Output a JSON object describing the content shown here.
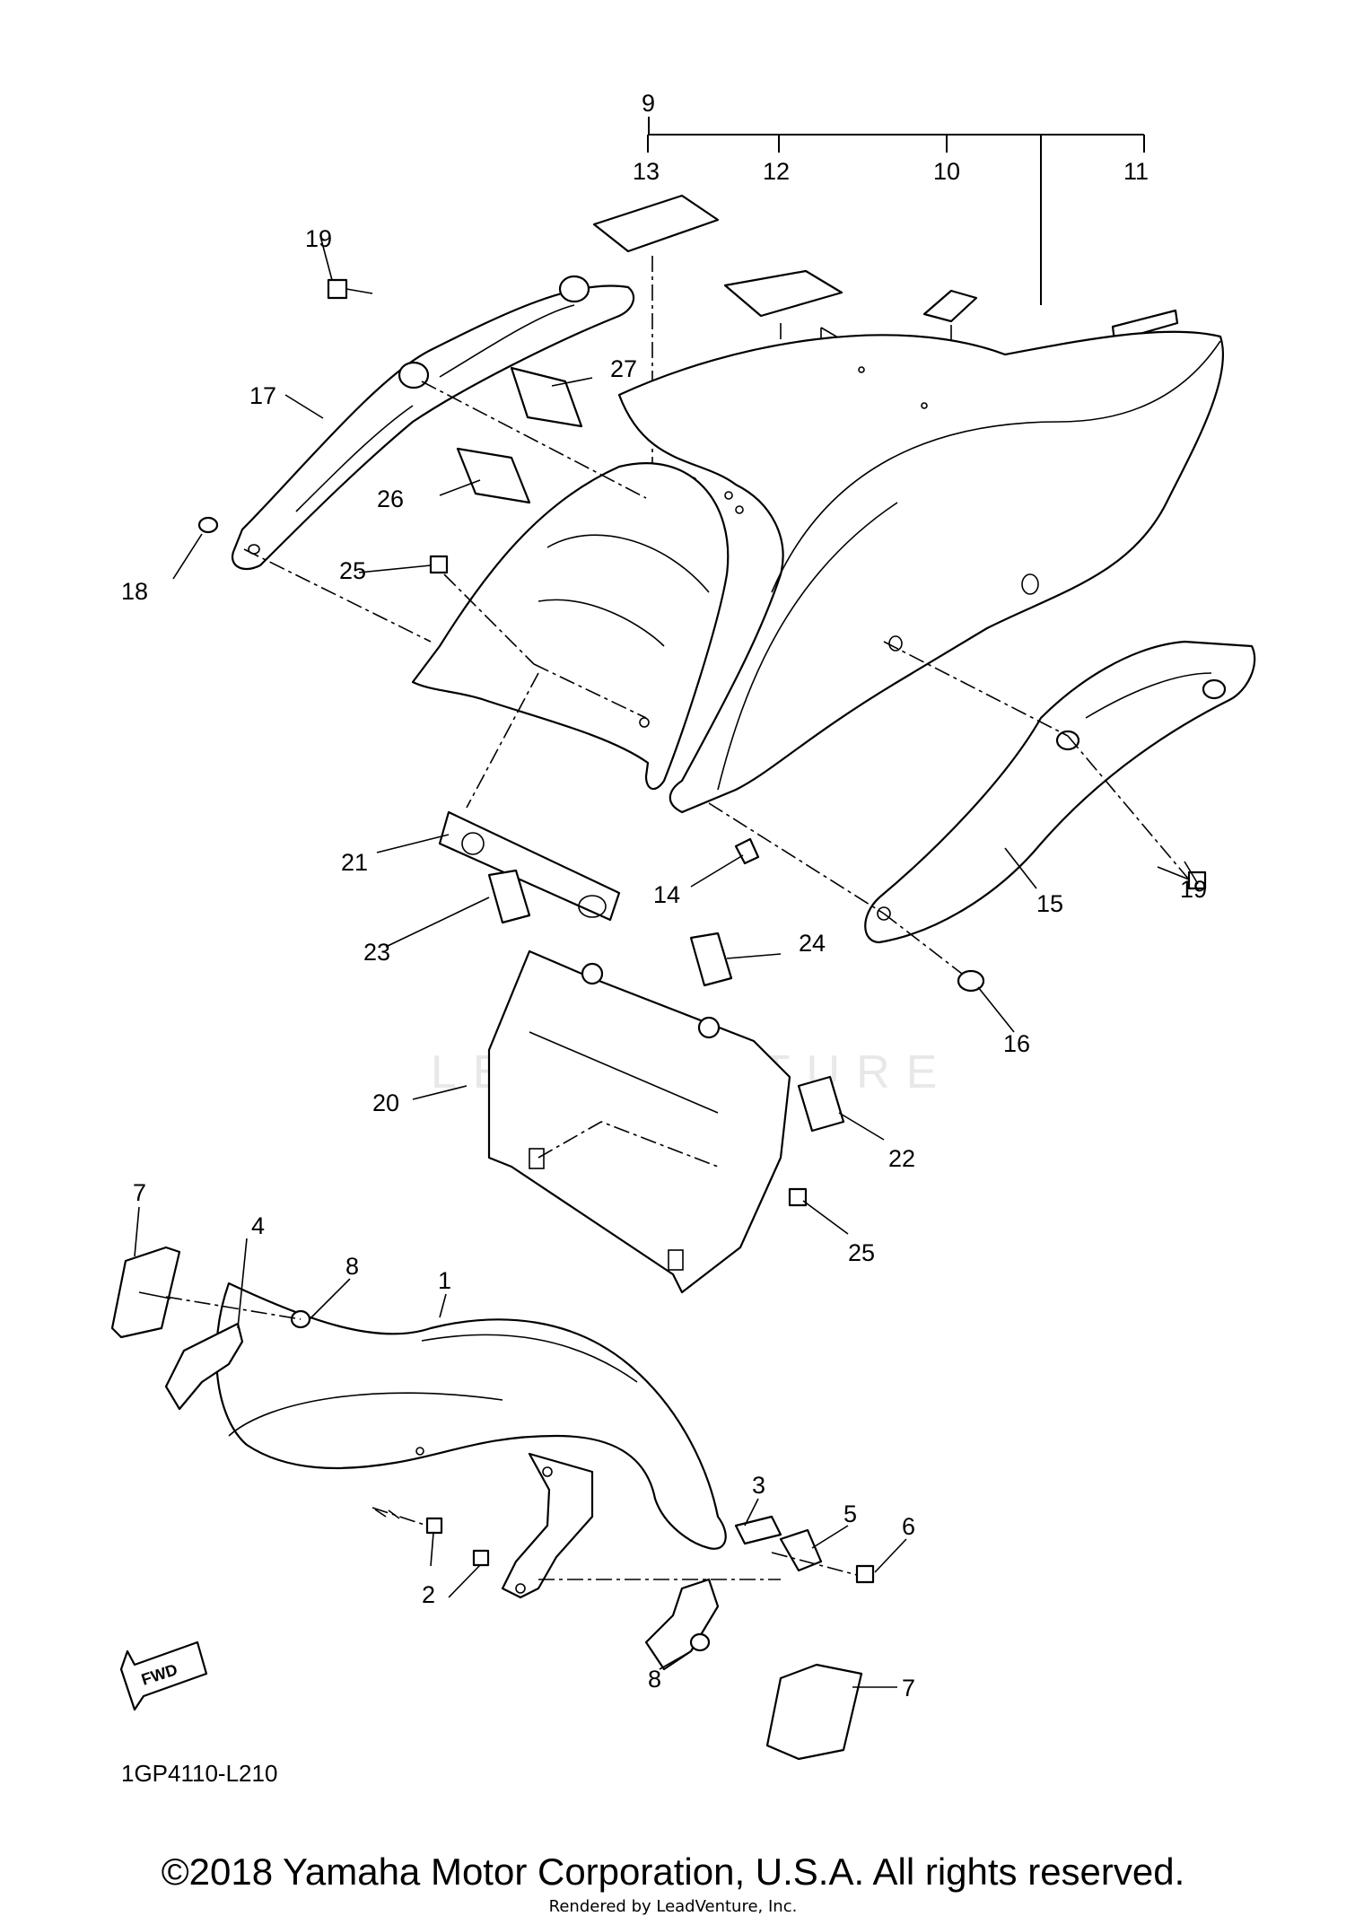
{
  "callouts": [
    "1",
    "2",
    "3",
    "4",
    "5",
    "6",
    "7",
    "8",
    "9",
    "10",
    "11",
    "12",
    "13",
    "14",
    "15",
    "16",
    "17",
    "18",
    "19",
    "20",
    "21",
    "22",
    "23",
    "24",
    "25",
    "26",
    "27"
  ],
  "diagram_code": "1GP4110-L210",
  "fwd_label": "FWD",
  "watermark": "LEADVENTURE",
  "copyright": "©2018 Yamaha Motor Corporation, U.S.A. All rights reserved.",
  "rendered_by": "Rendered by LeadVenture, Inc."
}
